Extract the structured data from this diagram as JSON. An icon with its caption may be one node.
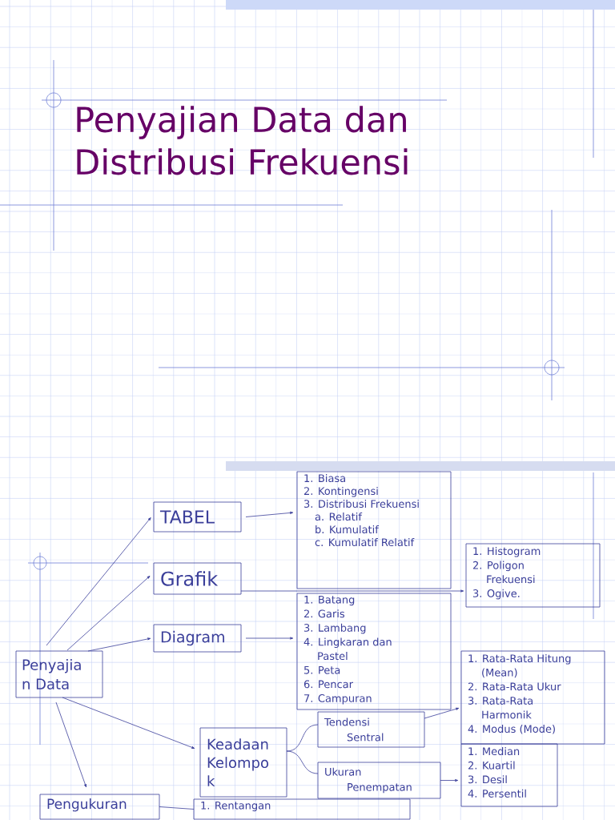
{
  "diagram": {
    "title": "Penyajian Data dan Distribusi Frekuensi",
    "nodes": [
      {
        "text": [
          "TABEL"
        ]
      },
      {
        "text": [
          "Grafik"
        ]
      },
      {
        "text": [
          "Diagram"
        ]
      },
      {
        "text": [
          "Penyajia n Data"
        ]
      },
      {
        "text": [
          "1. Biasa",
          "2. Kontingensi",
          "3. Distribusi Frekuensi",
          "a. Relatif",
          "b. Kumulatif",
          "c. Kumulatif Relatif"
        ]
      },
      {
        "text": [
          "1. Batang",
          "2. Garis",
          "3. Lambang",
          "4. Lingkaran dan Pastel",
          "5. Peta",
          "6. Pencar",
          "7. Campuran"
        ]
      },
      {
        "text": [
          "1. Histogram",
          "2. Poligon Frekuensi",
          "3. Ogive."
        ]
      },
      {
        "text": [
          "Keadaan Kelompo k"
        ]
      },
      {
        "text": [
          "Tendensi Sentral"
        ]
      },
      {
        "text": [
          "Ukuran Penempatan"
        ]
      },
      {
        "text": [
          "1. Rata-Rata Hitung (Mean)",
          "2. Rata-Rata Ukur",
          "3. Rata-Rata Harmonik",
          "4. Modus (Mode)"
        ]
      },
      {
        "text": [
          "1. Median",
          "2. Kuartil",
          "3. Desil",
          "4. Persentil"
        ]
      },
      {
        "text": [
          "Pengukuran"
        ]
      },
      {
        "text": [
          "1. Rentangan"
        ]
      }
    ],
    "edges": [
      {
        "from": 3,
        "to": 0,
        "arrow": "to"
      },
      {
        "from": 3,
        "to": 1,
        "arrow": "to"
      },
      {
        "from": 3,
        "to": 2,
        "arrow": "to"
      },
      {
        "from": 3,
        "to": 7,
        "arrow": "to"
      },
      {
        "from": 3,
        "to": 12,
        "arrow": "to"
      },
      {
        "from": 0,
        "to": 4,
        "arrow": "to"
      },
      {
        "from": 1,
        "to": 6,
        "arrow": "to"
      },
      {
        "from": 2,
        "to": 5,
        "arrow": "to"
      },
      {
        "from": 8,
        "to": 10,
        "arrow": "to"
      },
      {
        "from": 9,
        "to": 11,
        "arrow": "to"
      },
      {
        "from": 7,
        "to": 8,
        "arrow": "none"
      },
      {
        "from": 7,
        "to": 9,
        "arrow": "none"
      },
      {
        "from": 12,
        "to": 13,
        "arrow": "none"
      }
    ]
  }
}
